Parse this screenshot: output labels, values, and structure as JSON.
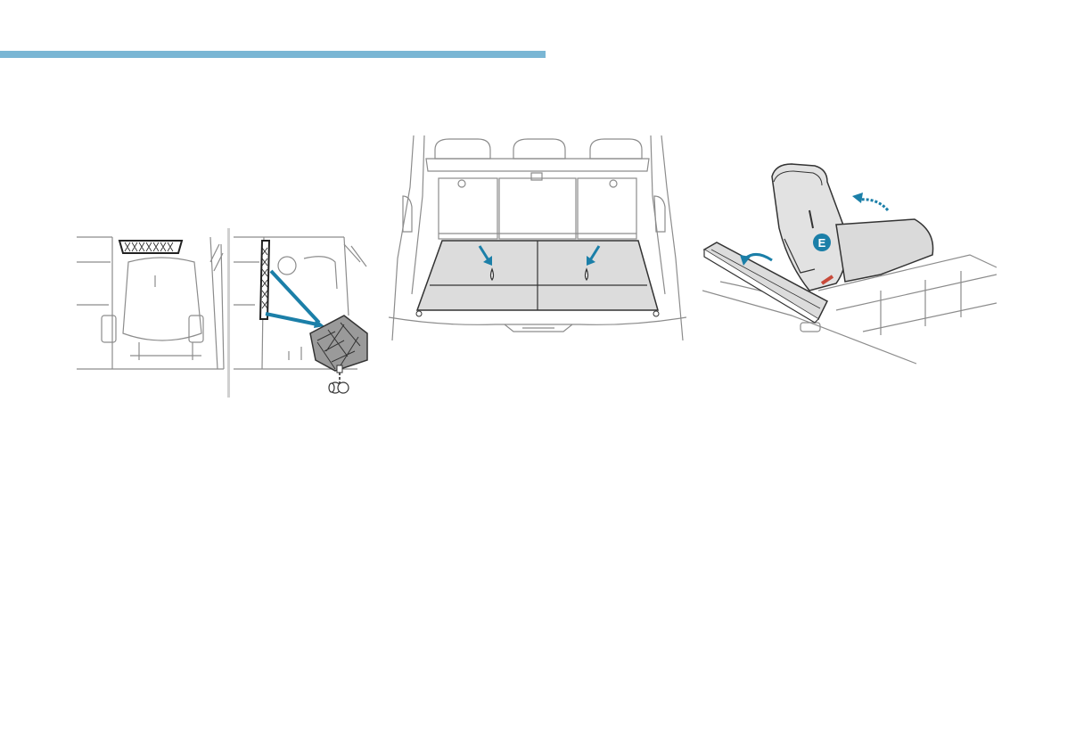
{
  "header": {
    "accent_color": "#7ab6d4"
  },
  "illustrations": [
    {
      "name": "boot-floor-panel-storage",
      "icons": [
        "trellis-panel",
        "clip-arrow",
        "fastener"
      ]
    },
    {
      "name": "boot-floor-panels-installed",
      "icons": [
        "down-arrow-left",
        "down-arrow-right"
      ]
    },
    {
      "name": "third-row-seat-fold",
      "callout": "E"
    }
  ],
  "colors": {
    "arrow": "#1b7fa8",
    "line": "#8c8c8c",
    "panel_fill": "#dcdcdc",
    "lever": "#c84a3a"
  }
}
